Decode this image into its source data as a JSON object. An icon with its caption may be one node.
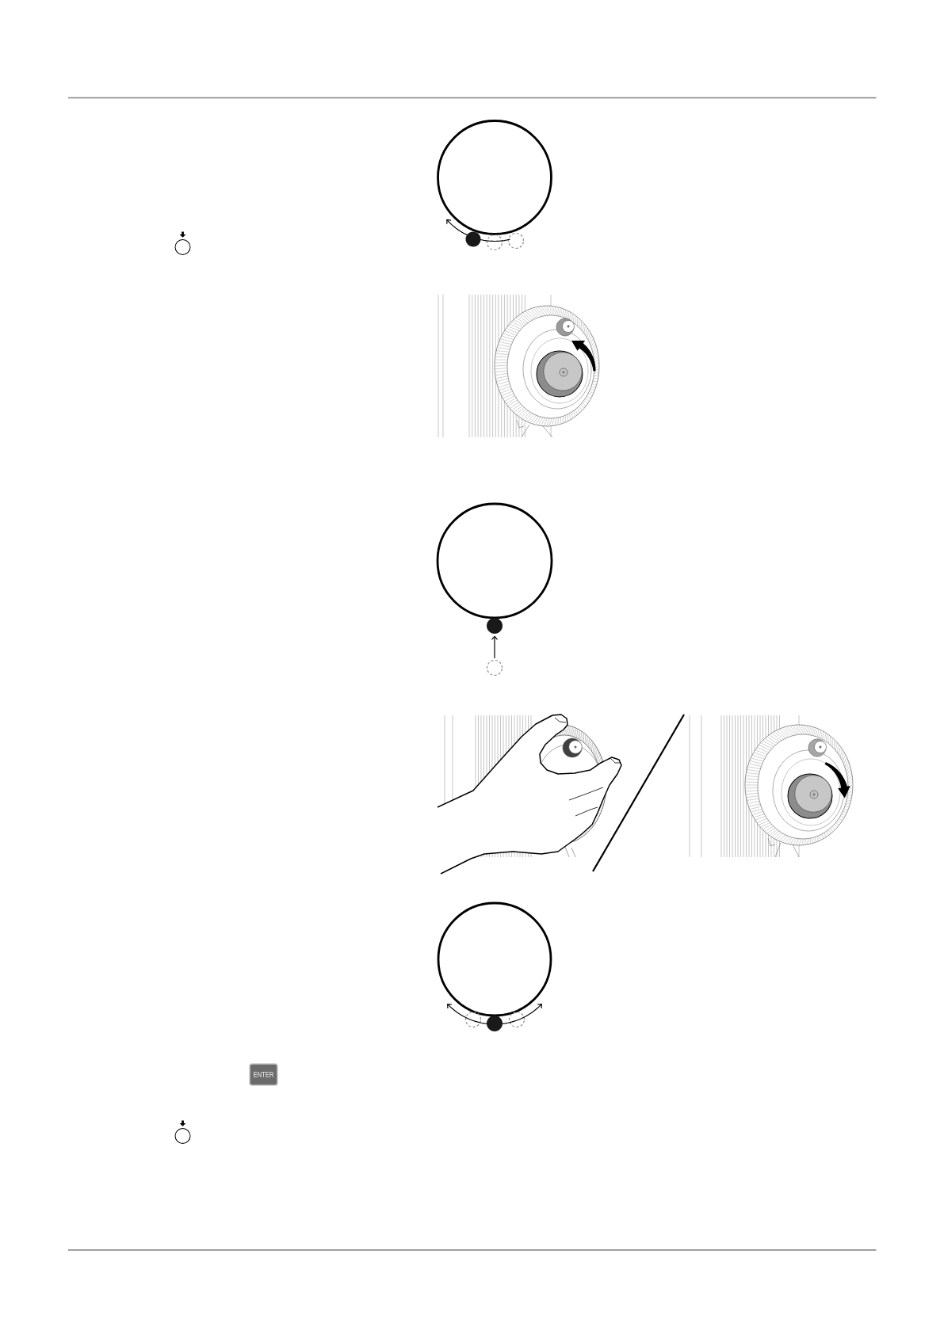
{
  "diagram": {
    "nodes": [
      {
        "text": [],
        "shape": "circle"
      },
      {
        "text": [],
        "shape": "circle"
      },
      {
        "text": [],
        "shape": "circle"
      },
      {
        "text": [
          "ENTER"
        ]
      }
    ]
  }
}
